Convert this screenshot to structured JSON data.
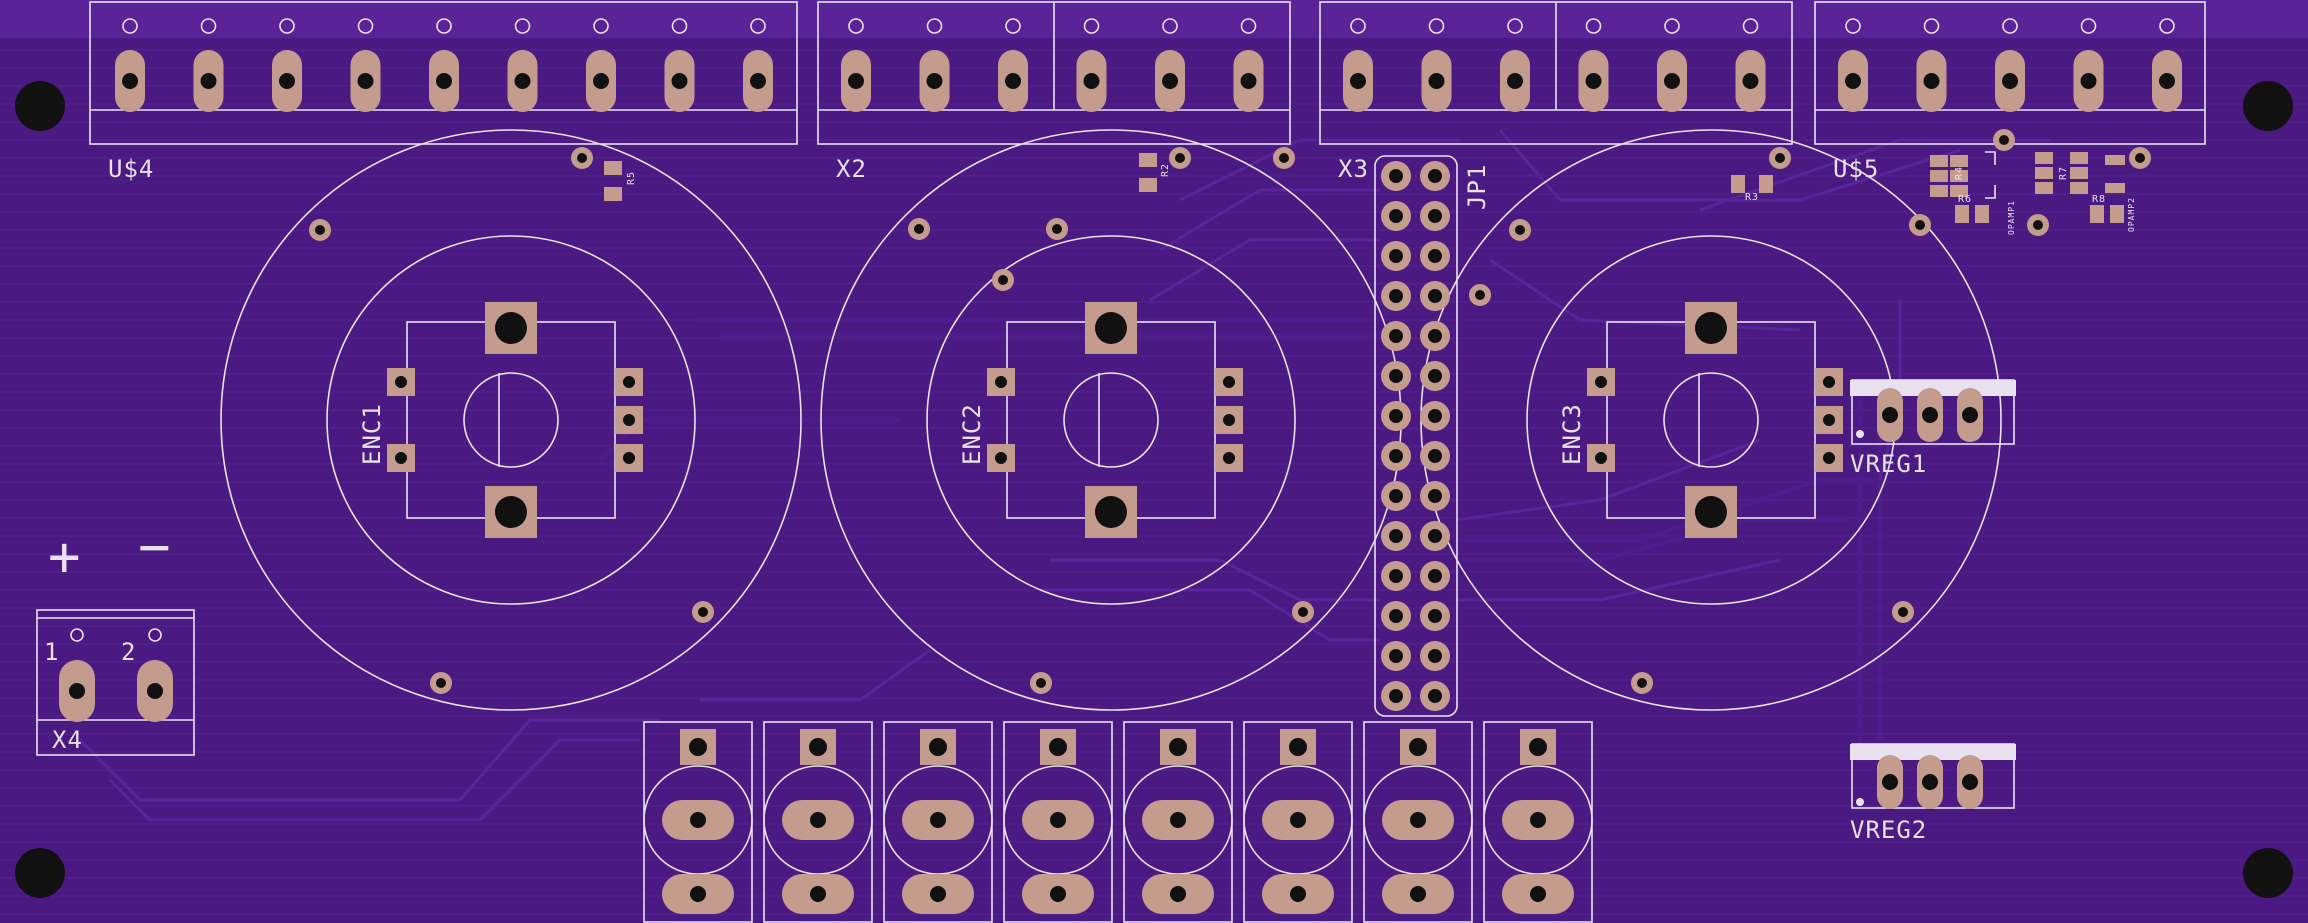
{
  "board": {
    "substrate_color": "#4a1a82",
    "silkscreen_color": "#e8e2f0",
    "pad_color": "#c39c8e",
    "hole_color": "#111111"
  },
  "labels": {
    "us4": "U$4",
    "x2": "X2",
    "x3": "X3",
    "us5": "U$5",
    "jp1": "JP1",
    "enc1": "ENC1",
    "enc2": "ENC2",
    "enc3": "ENC3",
    "vreg1": "VREG1",
    "vreg2": "VREG2",
    "x4": "X4",
    "plus": "+",
    "minus": "−",
    "pin1": "1",
    "pin2": "2",
    "r5": "R5",
    "r2": "R2",
    "r3": "R3",
    "r4": "R4",
    "r6": "R6",
    "r7": "R7",
    "r8": "R8",
    "opamp1": "OPAMP1",
    "opamp2": "OPAMP2"
  }
}
